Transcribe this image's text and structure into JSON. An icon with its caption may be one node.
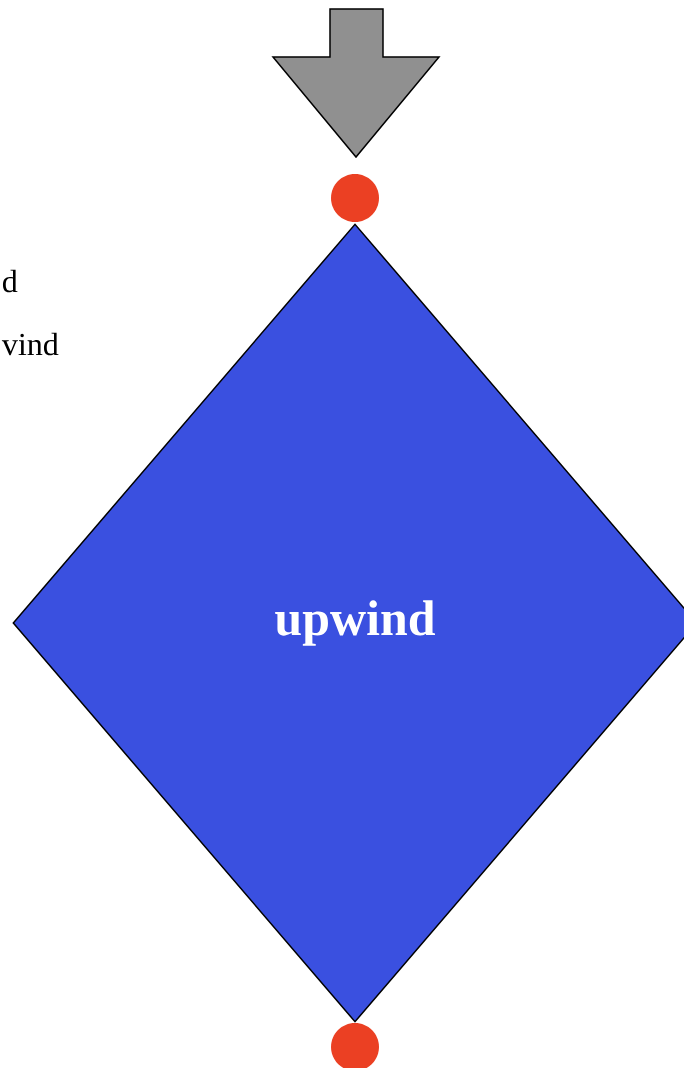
{
  "diagram": {
    "nodes": [
      {
        "text": [],
        "shape": "circle"
      },
      {
        "text": [
          "upwind"
        ]
      },
      {
        "text": [],
        "shape": "circle"
      }
    ],
    "labels": [
      "d",
      "vind"
    ]
  }
}
